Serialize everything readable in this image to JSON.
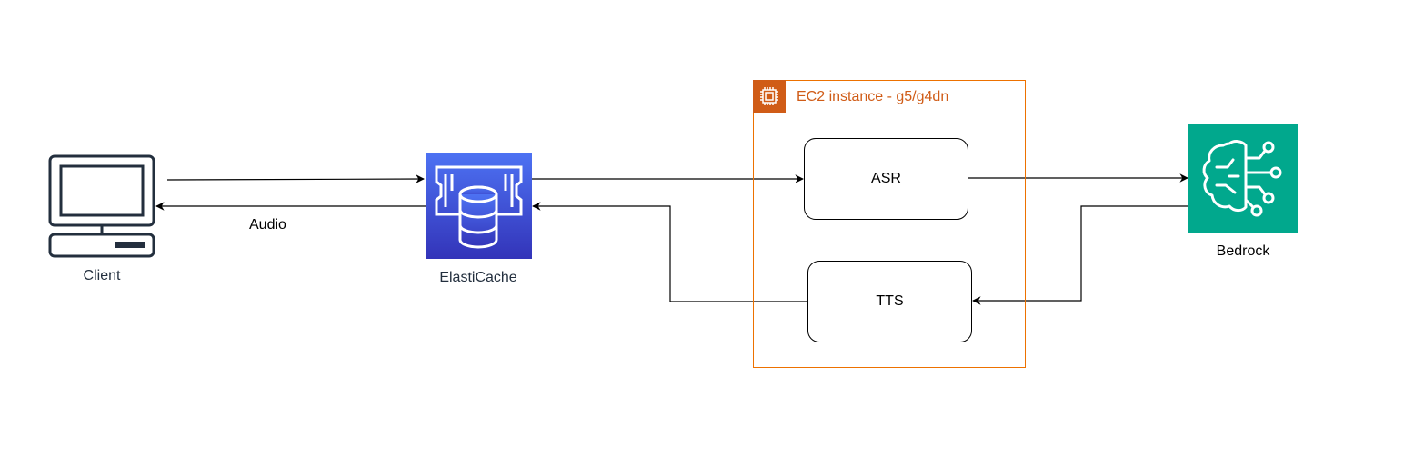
{
  "nodes": {
    "client": {
      "label": "Client",
      "icon": "desktop-client-icon"
    },
    "elasticache": {
      "label": "ElastiCache",
      "icon": "elasticache-icon",
      "color_top": "#4d72f3",
      "color_bottom": "#3334b9"
    },
    "bedrock": {
      "label": "Bedrock",
      "icon": "bedrock-icon",
      "color": "#01a88d"
    },
    "asr": {
      "label": "ASR"
    },
    "tts": {
      "label": "TTS"
    }
  },
  "groups": {
    "ec2": {
      "label": "EC2 instance - g5/g4dn",
      "icon": "ec2-chip-icon",
      "color": "#ed7100",
      "text_color": "#d05c17"
    }
  },
  "edges": {
    "audio_label": "Audio"
  }
}
